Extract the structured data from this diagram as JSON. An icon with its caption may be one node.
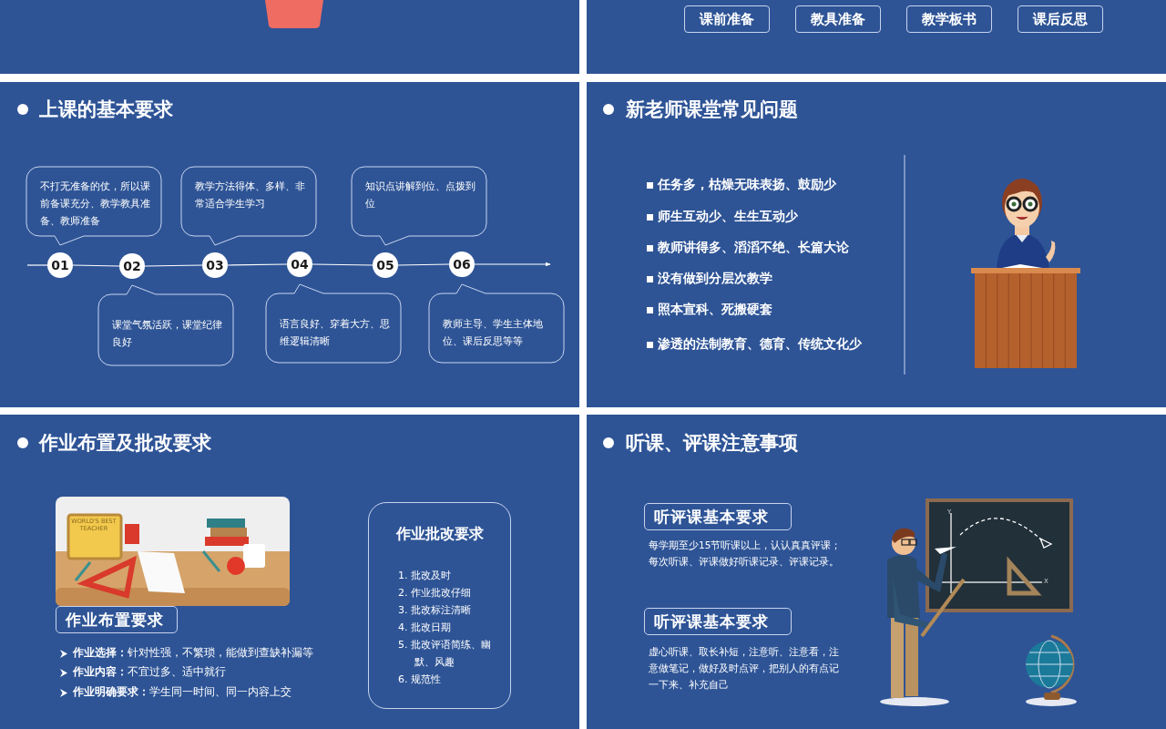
{
  "diagram": {
    "nodes": [
      {
        "text": [
          "课前准备"
        ]
      },
      {
        "text": [
          "教具准备"
        ]
      },
      {
        "text": [
          "教学板书"
        ]
      },
      {
        "text": [
          "课后反思"
        ]
      },
      {
        "text": [
          "01"
        ]
      },
      {
        "text": [
          "02"
        ]
      },
      {
        "text": [
          "03"
        ]
      },
      {
        "text": [
          "04"
        ]
      },
      {
        "text": [
          "05"
        ]
      },
      {
        "text": [
          "06"
        ]
      },
      {
        "text": [
          "不打无准备的仗，所以课前备课充分、教学教具准备、教师准备"
        ]
      },
      {
        "text": [
          "课堂气氛活跃，课堂纪律良好"
        ]
      },
      {
        "text": [
          "教学方法得体、多样、非常适合学生学习"
        ]
      },
      {
        "text": [
          "语言良好、穿着大方、思维逻辑清晰"
        ]
      },
      {
        "text": [
          "知识点讲解到位、点拨到位"
        ]
      },
      {
        "text": [
          "教师主导、学生主体地位、课后反思等等"
        ]
      },
      {
        "text": [
          "作业布置要求"
        ]
      },
      {
        "text": [
          "作业批改要求",
          "1.  批改及时",
          "2.  作业批改仔细",
          "3.  批改标注清晰",
          "4.  批改日期",
          "5.  批改评语简练、幽默、风趣",
          "6.  规范性"
        ]
      },
      {
        "text": [
          "听评课基本要求"
        ],
        "beside": [
          "每学期至少15节听课以上，认认真真评课；每次听课、评课做好听课记录、评课记录。"
        ]
      },
      {
        "text": [
          "听评课基本要求"
        ],
        "beside": [
          "虚心听课、取长补短，注意听、注意看，注意做笔记，做好及时点评，把别人的有点记一下来、补充自己"
        ]
      }
    ],
    "edges": [
      {
        "from": null,
        "to": 4,
        "arrow": "none"
      },
      {
        "from": 4,
        "to": 5,
        "arrow": "none"
      },
      {
        "from": 5,
        "to": 6,
        "arrow": "none"
      },
      {
        "from": 6,
        "to": 7,
        "arrow": "none"
      },
      {
        "from": 7,
        "to": 8,
        "arrow": "none"
      },
      {
        "from": 8,
        "to": 9,
        "arrow": "none"
      },
      {
        "from": 9,
        "to": null,
        "arrow": "to"
      }
    ],
    "labels": [
      "上课的基本要求",
      "新老师课堂常见问题",
      "任务多，枯燥无味表扬、鼓励少",
      "师生互动少、生生互动少",
      "教师讲得多、滔滔不绝、长篇大论",
      "没有做到分层次教学",
      "照本宣科、死搬硬套",
      "渗透的法制教育、德育、传统文化少",
      "作业布置及批改要求",
      "**作业选择：**针对性强，不繁琐，能做到查缺补漏等",
      "**作业内容：**不宜过多、适中就行",
      "**作业明确要求：**学生同一时间、同一内容上交",
      "听课、评课注意事项",
      "WORLD'S BEST TEACHER",
      "Y",
      "X"
    ]
  }
}
